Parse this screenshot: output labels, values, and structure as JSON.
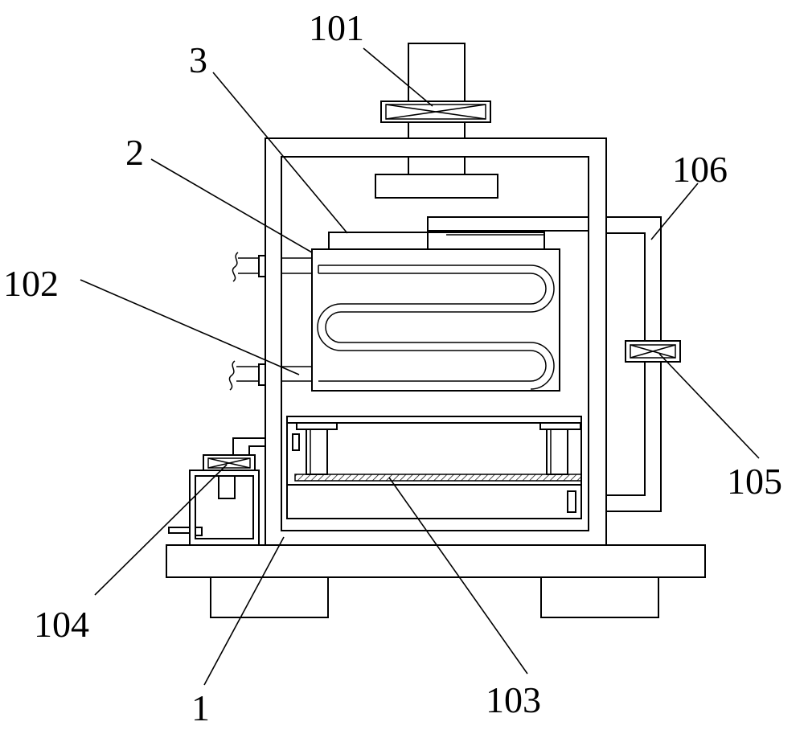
{
  "labels": {
    "l101": "101",
    "l3": "3",
    "l2": "2",
    "l106": "106",
    "l102": "102",
    "l105": "105",
    "l104": "104",
    "l1": "1",
    "l103": "103"
  }
}
